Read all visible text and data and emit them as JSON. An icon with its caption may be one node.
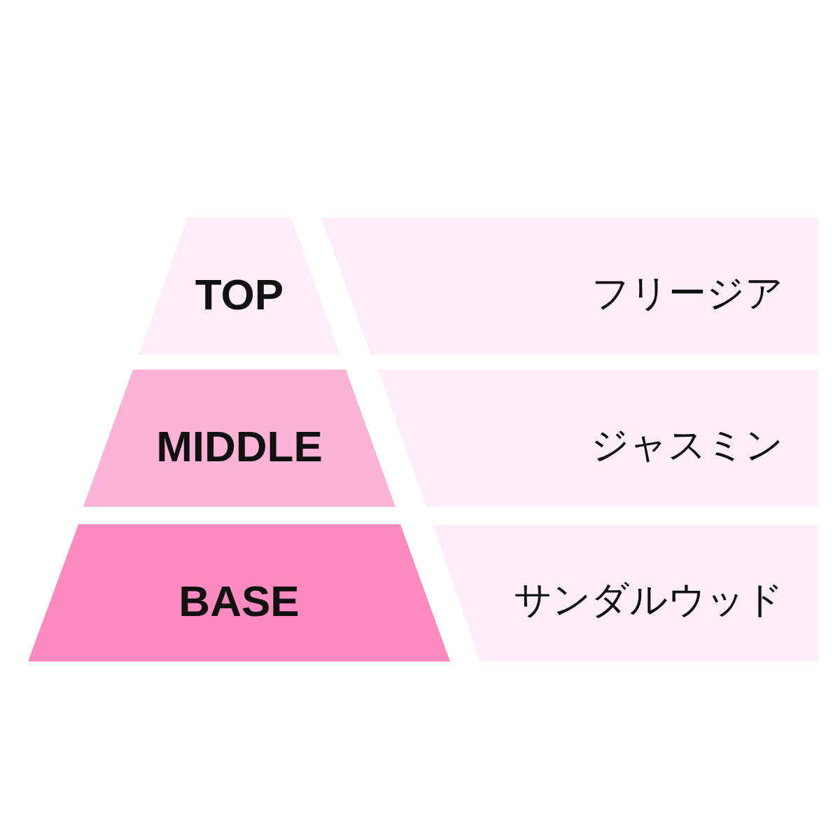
{
  "diagram": {
    "nodes": [
      {
        "text": [
          "TOP"
        ]
      },
      {
        "text": [
          "フリージア"
        ]
      },
      {
        "text": [
          "MIDDLE"
        ]
      },
      {
        "text": [
          "ジャスミン"
        ]
      },
      {
        "text": [
          "BASE"
        ]
      },
      {
        "text": [
          "サンダルウッド"
        ]
      }
    ]
  }
}
